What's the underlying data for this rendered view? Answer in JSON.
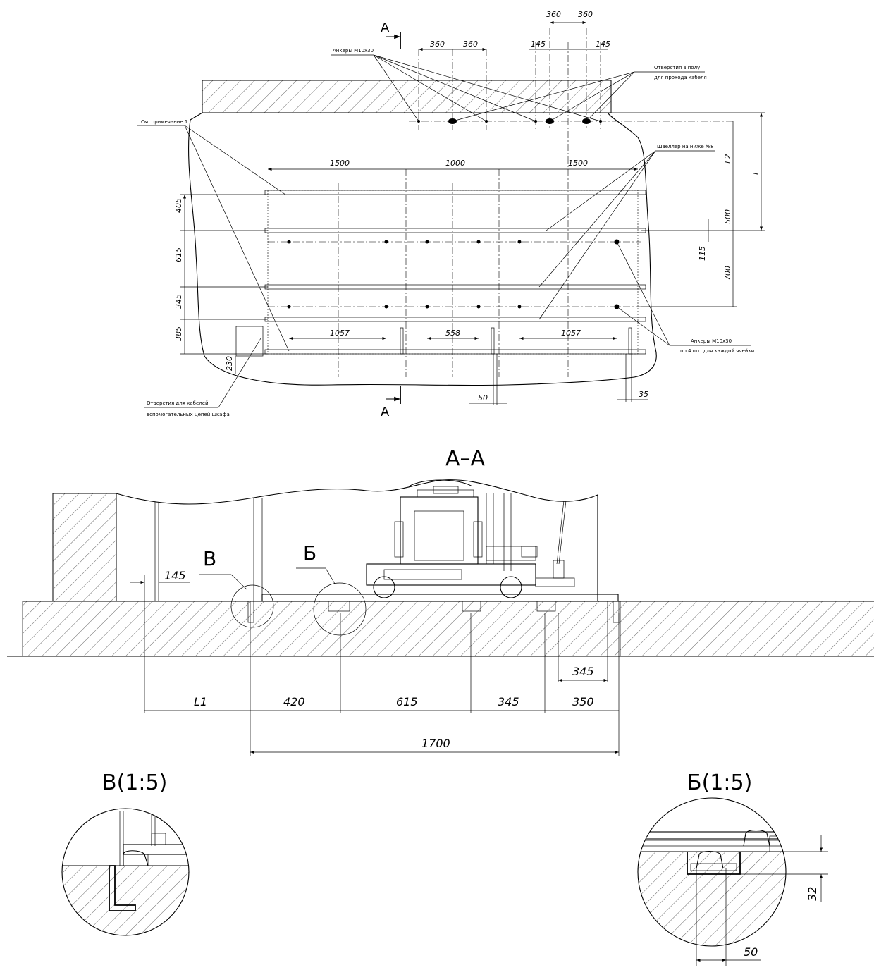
{
  "plan": {
    "section_mark": "А",
    "dims_top": [
      "360",
      "360",
      "360",
      "360",
      "145",
      "145"
    ],
    "dims_spans": [
      "1500",
      "1000",
      "1500"
    ],
    "dims_bottom_spans": [
      "1057",
      "558",
      "1057"
    ],
    "dims_left": [
      "405",
      "615",
      "345",
      "385",
      "230"
    ],
    "dims_right": [
      "l 2",
      "L",
      "500",
      "115",
      "700"
    ],
    "dims_small": [
      "50",
      "35"
    ],
    "notes": {
      "anchors_top": "Анкеры М10х30",
      "floor_holes_line1": "Отверстия в полу",
      "floor_holes_line2": "для прохода кабеля",
      "note_ref": "См. примечание 1",
      "channel": "Швеллер на ниже №8",
      "anchors_bottom_line1": "Анкеры М10х30",
      "anchors_bottom_line2": "по 4 шт. для каждой ячейки",
      "cable_holes_line1": "Отверстия для кабелей",
      "cable_holes_line2": "вспомогательных цепей шкафа"
    }
  },
  "section": {
    "title": "А–А",
    "callout_v": "В",
    "callout_b": "Б",
    "dim_145": "145",
    "dim_345_top": "345",
    "dims_row": [
      "L1",
      "420",
      "615",
      "345",
      "350"
    ],
    "dim_total": "1700"
  },
  "details": {
    "v_title": "В(1:5)",
    "b_title": "Б(1:5)",
    "b_dim_32": "32",
    "b_dim_50": "50"
  }
}
